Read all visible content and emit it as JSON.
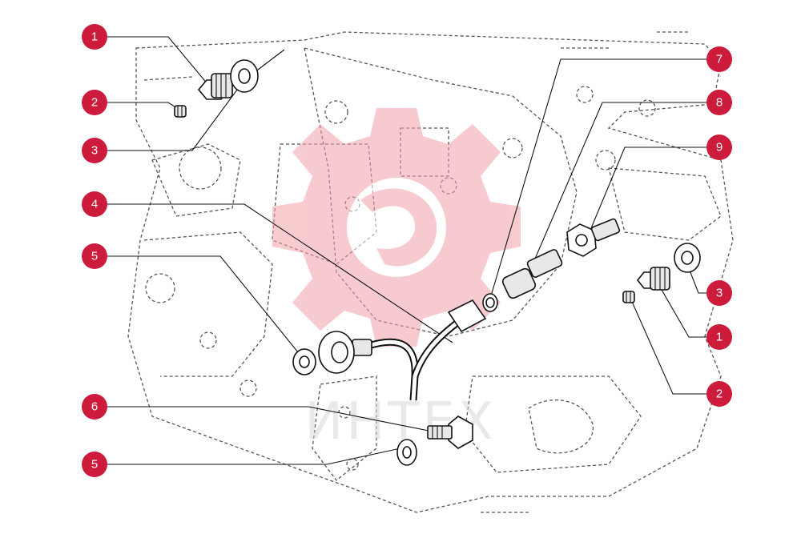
{
  "watermark": {
    "text": "ИНТЕХ",
    "color": "#f2a0a8",
    "text_color": "#d8d8d8"
  },
  "colors": {
    "callout": "#cc1b3b",
    "callout_text": "#ffffff",
    "line": "#111111",
    "ghost": "#555555"
  },
  "callouts": [
    {
      "number": "1"
    },
    {
      "number": "2"
    },
    {
      "number": "3"
    },
    {
      "number": "4"
    },
    {
      "number": "5"
    },
    {
      "number": "6"
    },
    {
      "number": "5"
    },
    {
      "number": "7"
    },
    {
      "number": "8"
    },
    {
      "number": "9"
    },
    {
      "number": "3"
    },
    {
      "number": "1"
    },
    {
      "number": "2"
    }
  ]
}
